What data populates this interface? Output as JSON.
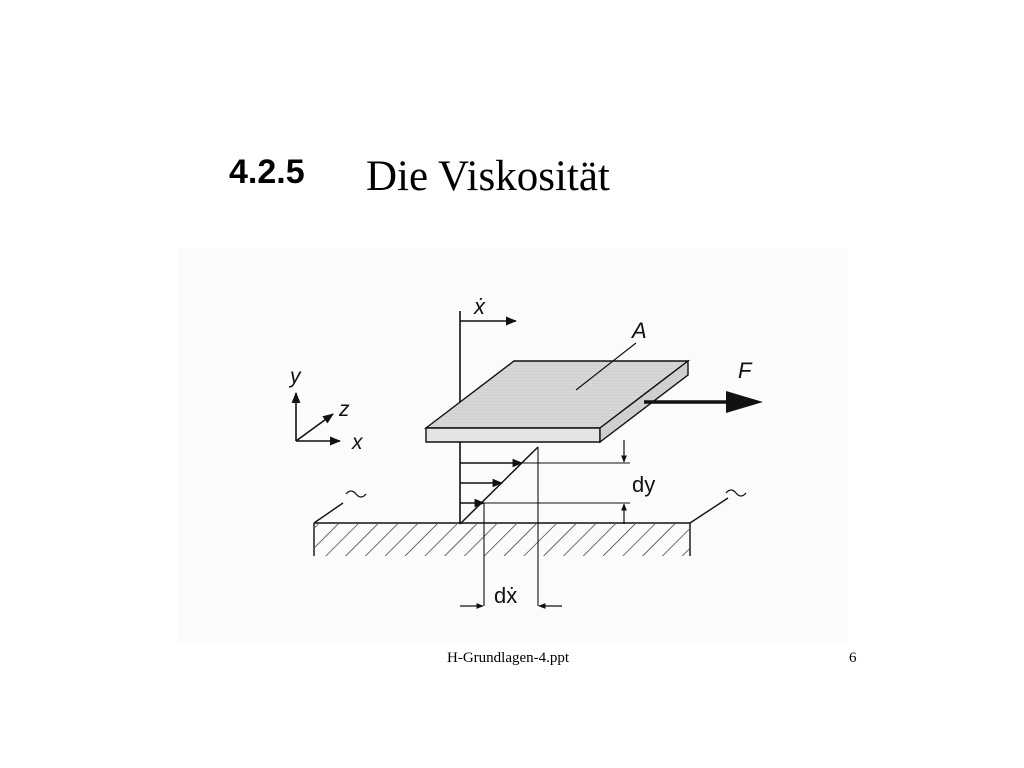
{
  "slide": {
    "section_number": "4.2.5",
    "title": "Die Viskosität"
  },
  "figure": {
    "labels": {
      "x_dot": "ẋ",
      "area": "A",
      "force": "F",
      "axis_y": "y",
      "axis_z": "z",
      "axis_x": "x",
      "dy": "dy",
      "dx_dot": "dẋ"
    }
  },
  "footer": {
    "filename": "H-Grundlagen-4.ppt",
    "page_number": "6"
  },
  "colors": {
    "plate_fill": "#d4d4d4",
    "plate_edge": "#e6e6e6",
    "ink": "#111111"
  }
}
